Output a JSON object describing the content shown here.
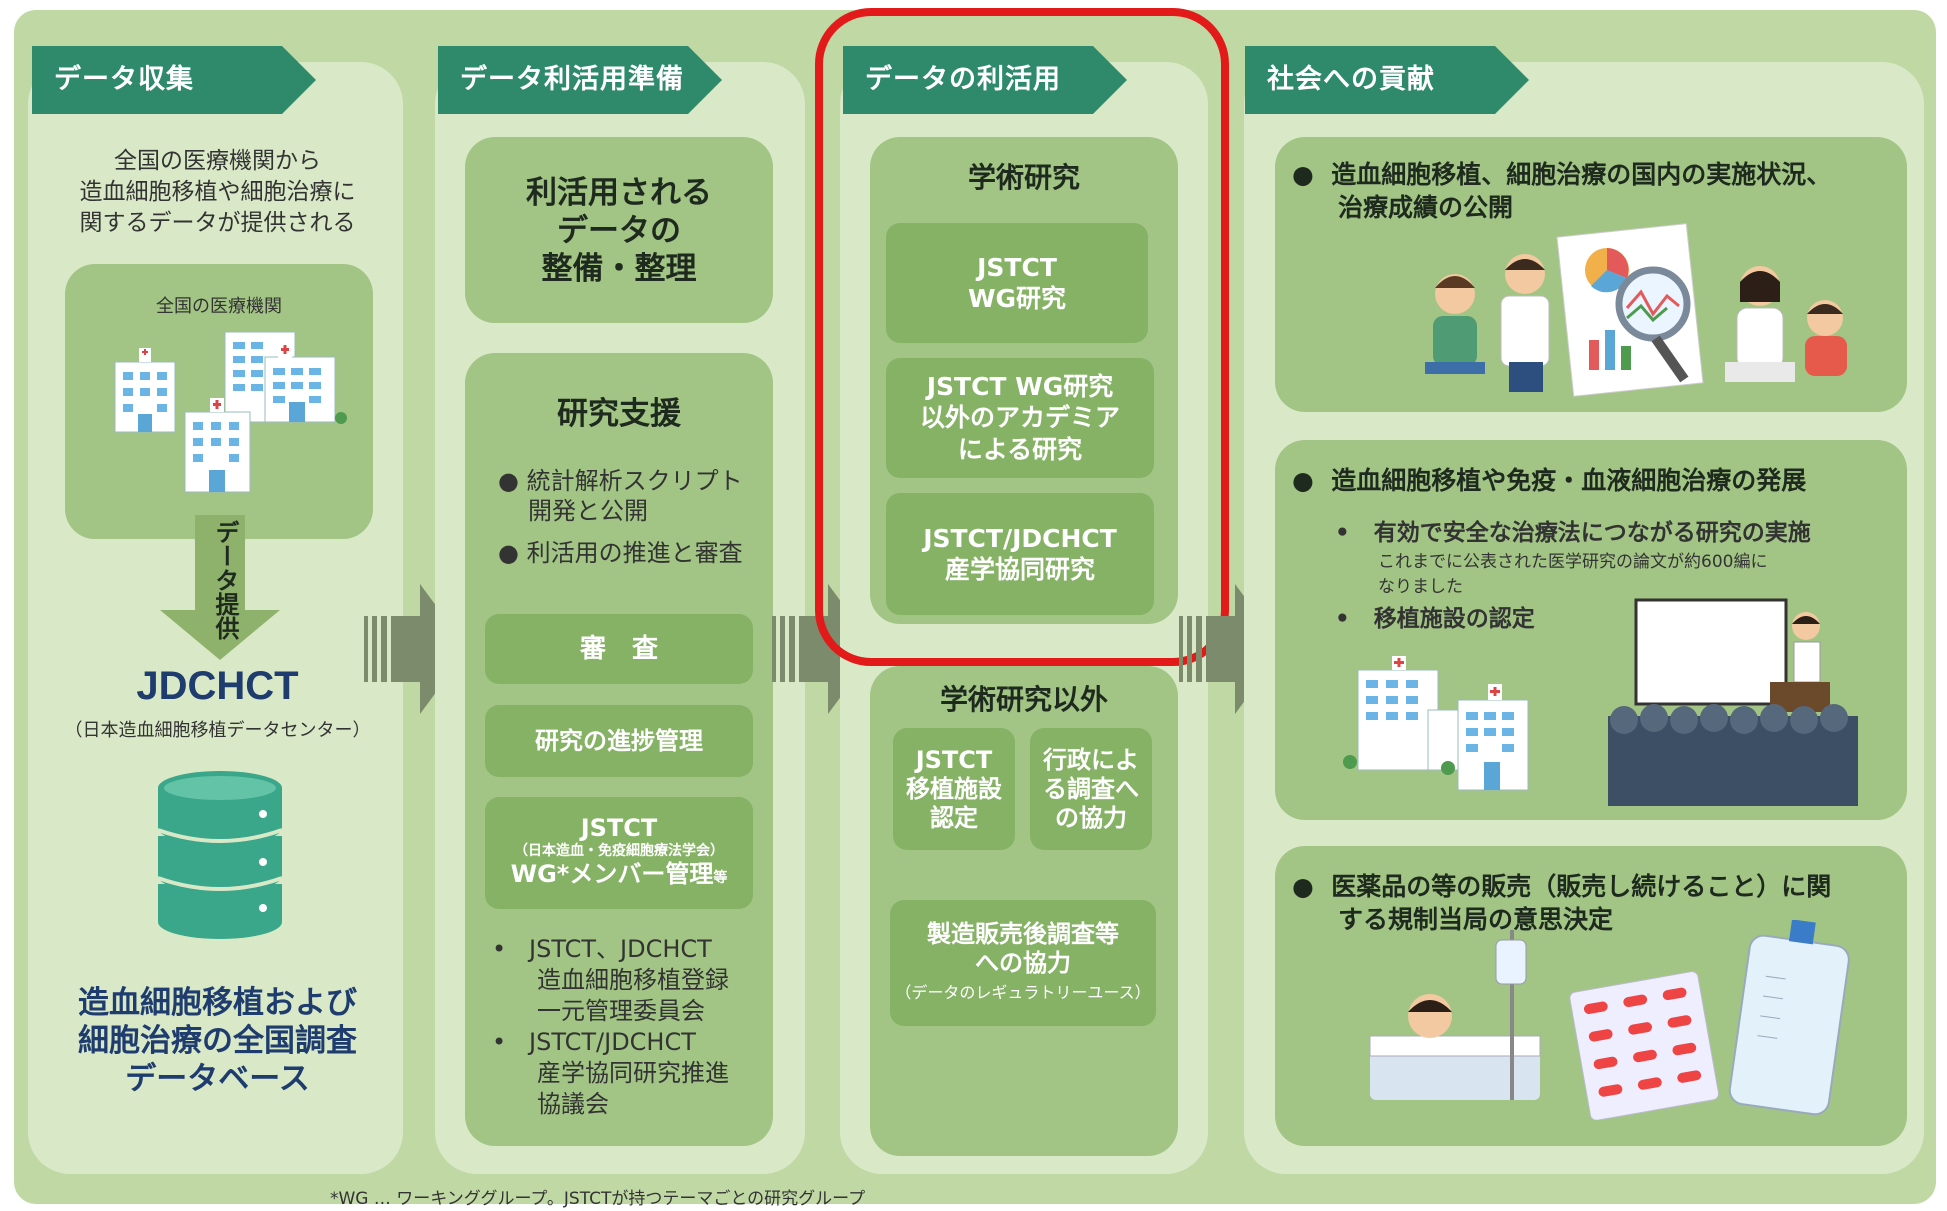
{
  "columns": {
    "col1": {
      "title": "データ収集",
      "intro": [
        "全国の医療機関から",
        "造血細胞移植や細胞治療に",
        "関するデータが提供される"
      ],
      "hospital_label": "全国の医療機関",
      "flow_label": "データ提供",
      "center_name": "JDCHCT",
      "center_sub": "（日本造血細胞移植データセンター）",
      "db_name": [
        "造血細胞移植および",
        "細胞治療の全国調査",
        "データベース"
      ]
    },
    "col2": {
      "title": "データ利活用準備",
      "top_box": [
        "利活用される",
        "データの",
        "整備・整理"
      ],
      "support_title": "研究支援",
      "support_items": [
        "統計解析スクリプト",
        "開発と公開",
        "利活用の推進と審査"
      ],
      "review": "審　査",
      "progress": "研究の進捗管理",
      "jstct_title": "JSTCT",
      "jstct_sub": "（日本造血・免疫細胞療法学会）",
      "wg_member": "WG*メンバー管理",
      "wg_suffix": "等",
      "committees": [
        "JSTCT、JDCHCT",
        "造血細胞移植登録",
        "一元管理委員会",
        "JSTCT/JDCHCT",
        "産学協同研究推進",
        "協議会"
      ]
    },
    "col3": {
      "title": "データの利活用",
      "academic_title": "学術研究",
      "academic_items": [
        [
          "JSTCT",
          "WG研究"
        ],
        [
          "JSTCT WG研究",
          "以外のアカデミア",
          "による研究"
        ],
        [
          "JSTCT/JDCHCT",
          "産学協同研究"
        ]
      ],
      "non_academic_title": "学術研究以外",
      "non_academic_items": [
        [
          "JSTCT",
          "移植施設",
          "認定"
        ],
        [
          "行政によ",
          "る調査へ",
          "の協力"
        ]
      ],
      "post_market": [
        "製造販売後調査等",
        "への協力"
      ],
      "post_market_sub": "（データのレギュラトリーユース）"
    },
    "col4": {
      "title": "社会への貢献",
      "item1": [
        "造血細胞移植、細胞治療の国内の実施状況、",
        "治療成績の公開"
      ],
      "item2_title": "造血細胞移植や免疫・血液細胞治療の発展",
      "item2_sub1": "有効で安全な治療法につながる研究の実施",
      "item2_note": [
        "これまでに公表された医学研究の論文が約600編に",
        "なりました"
      ],
      "item2_sub2": "移植施設の認定",
      "item3": [
        "医薬品の等の販売（販売し続けること）に関",
        "する規制当局の意思決定"
      ]
    }
  },
  "footnote": "*WG … ワーキンググループ。JSTCTが持つテーマごとの研究グループ",
  "colors": {
    "banner": "#2f8a6c",
    "frame": "#bfd8a4",
    "column": "#d9e9c7",
    "box": "#a2c585",
    "dark_box": "#86b266",
    "highlight": "#e31a1a",
    "db_teal": "#3aa68a",
    "arrow": "#7b8b6b"
  }
}
